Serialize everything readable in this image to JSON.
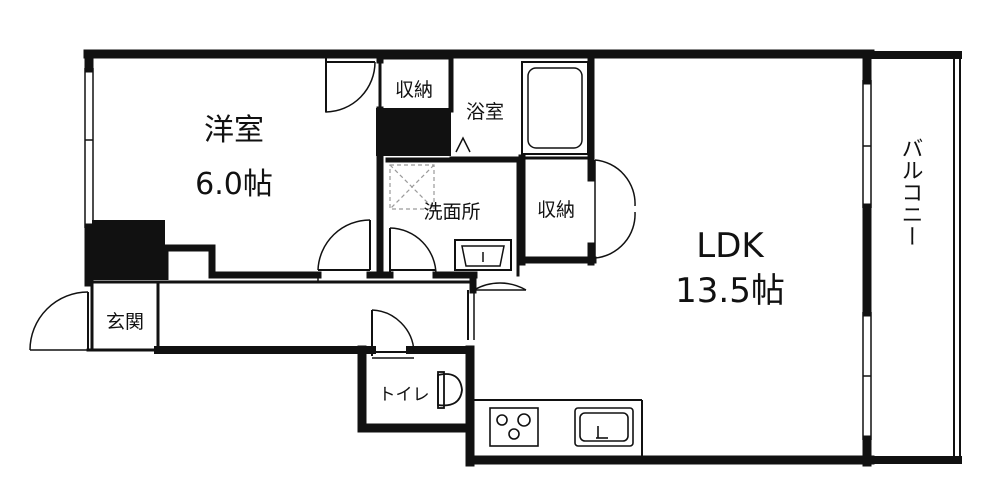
{
  "floorplan": {
    "rooms": {
      "western_room": {
        "name": "洋室",
        "size": "6.0帖"
      },
      "ldk": {
        "name": "LDK",
        "size": "13.5帖"
      },
      "bathroom": {
        "name": "浴室"
      },
      "washroom": {
        "name": "洗面所"
      },
      "storage_top": {
        "name": "収納"
      },
      "storage_mid": {
        "name": "収納"
      },
      "entrance": {
        "name": "玄関"
      },
      "toilet": {
        "name": "トイレ"
      },
      "balcony": {
        "name": "バルコニー"
      }
    },
    "colors": {
      "wall": "#111111",
      "line": "#111111",
      "background": "#ffffff",
      "light_line": "#9a9a9a"
    }
  }
}
